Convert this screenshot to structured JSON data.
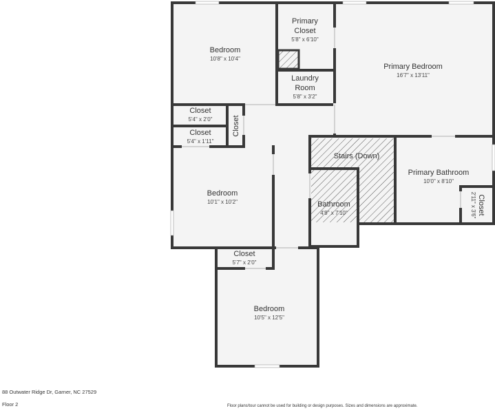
{
  "address": "88 Outwater Ridge Dr, Garner, NC 27529",
  "floor_label": "Floor 2",
  "disclaimer": "Floor plans/tour cannot be used for building or design purposes. Sizes and dimensions are approximate.",
  "rooms": {
    "bedroom_nw": {
      "name": "Bedroom",
      "dims": "10'8\" x 10'4\""
    },
    "primary_closet": {
      "name_line1": "Primary",
      "name_line2": "Closet",
      "dims": "5'8\" x 6'10\""
    },
    "primary_bedroom": {
      "name": "Primary Bedroom",
      "dims": "16'7\" x 13'11\""
    },
    "laundry": {
      "name_line1": "Laundry",
      "name_line2": "Room",
      "dims": "5'8\" x 3'2\""
    },
    "closet_a": {
      "name": "Closet",
      "dims": "5'4\" x 2'0\""
    },
    "closet_b": {
      "name": "Closet",
      "dims": "5'4\" x 1'11\""
    },
    "closet_hall": {
      "name": "Closet"
    },
    "stairs": {
      "name": "Stairs (Down)"
    },
    "primary_bath": {
      "name": "Primary Bathroom",
      "dims": "10'0\" x 8'10\""
    },
    "closet_bath": {
      "name": "Closet",
      "dims": "2'11\" x 3'6\""
    },
    "bedroom_w": {
      "name": "Bedroom",
      "dims": "10'1\" x 10'2\""
    },
    "bathroom": {
      "name": "Bathroom",
      "dims": "4'9\" x 7'10\""
    },
    "closet_s": {
      "name": "Closet",
      "dims": "5'7\" x 2'0\""
    },
    "bedroom_s": {
      "name": "Bedroom",
      "dims": "10'5\" x 12'5\""
    }
  },
  "colors": {
    "wall": "#383838",
    "floor": "#f4f4f4",
    "window": "#ffffff"
  }
}
